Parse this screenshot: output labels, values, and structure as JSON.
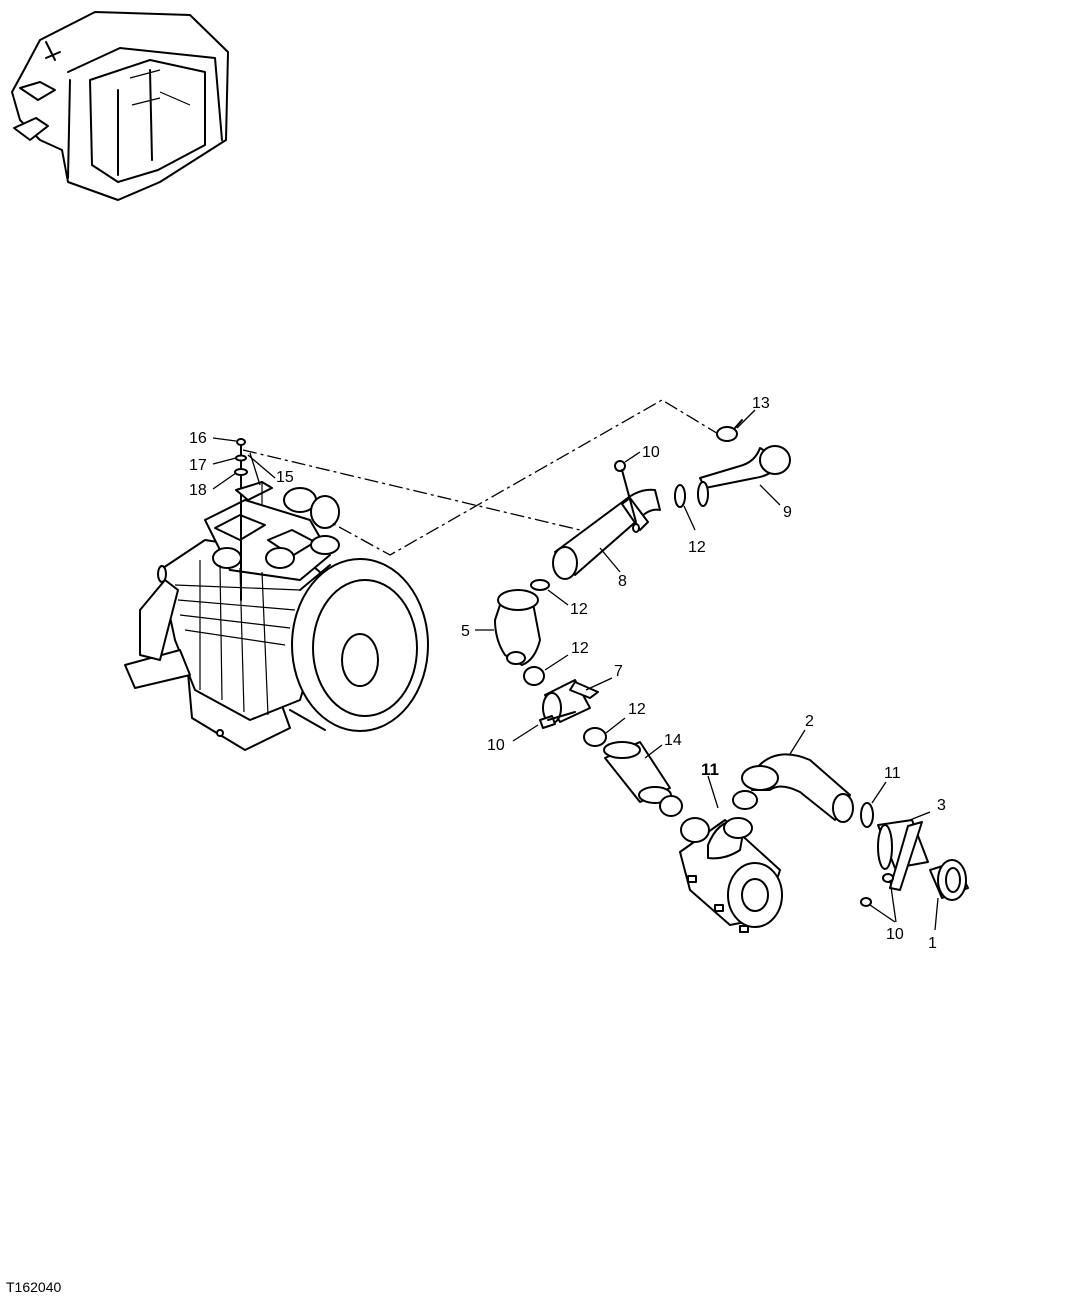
{
  "figure_id": "T162040",
  "callouts": [
    {
      "id": "c16",
      "label": "16"
    },
    {
      "id": "c17",
      "label": "17"
    },
    {
      "id": "c18",
      "label": "18"
    },
    {
      "id": "c15",
      "label": "15"
    },
    {
      "id": "c13",
      "label": "13"
    },
    {
      "id": "c10a",
      "label": "10"
    },
    {
      "id": "c9",
      "label": "9"
    },
    {
      "id": "c12a",
      "label": "12"
    },
    {
      "id": "c8",
      "label": "8"
    },
    {
      "id": "c12b",
      "label": "12"
    },
    {
      "id": "c5",
      "label": "5"
    },
    {
      "id": "c12c",
      "label": "12"
    },
    {
      "id": "c7",
      "label": "7"
    },
    {
      "id": "c12d",
      "label": "12"
    },
    {
      "id": "c10b",
      "label": "10"
    },
    {
      "id": "c14",
      "label": "14"
    },
    {
      "id": "c2",
      "label": "2"
    },
    {
      "id": "c11a",
      "label": "11"
    },
    {
      "id": "c11b",
      "label": "11"
    },
    {
      "id": "c3",
      "label": "3"
    },
    {
      "id": "c10c",
      "label": "10"
    },
    {
      "id": "c1",
      "label": "1"
    }
  ]
}
